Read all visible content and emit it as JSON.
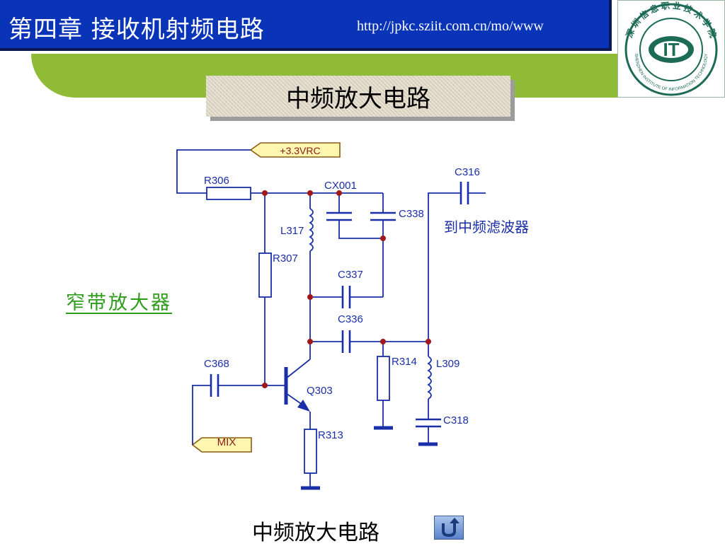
{
  "header": {
    "chapter_title": "第四章  接收机射频电路",
    "url": "http://jpkc.sziit.com.cn/mo/www"
  },
  "logo": {
    "ring_text": "深 圳 信 息 职 业 技 术 学 院",
    "ring_text_en": "SHENZHEN INSTITUTE OF INFORMATION TECHNOLOGY",
    "mark": "IT"
  },
  "slide_title": "中频放大电路",
  "side_label": "窄带放大器",
  "caption": "中频放大电路",
  "circuit": {
    "supply_label": "+3.3VRC",
    "mix_label": "MIX",
    "output_note": "到中频滤波器",
    "components": {
      "r306": "R306",
      "cx001": "CX001",
      "c316": "C316",
      "c338": "C338",
      "l317": "L317",
      "r307": "R307",
      "c337": "C337",
      "c336": "C336",
      "r314": "R314",
      "l309": "L309",
      "c368": "C368",
      "q303": "Q303",
      "c318": "C318",
      "r313": "R313"
    }
  },
  "colors": {
    "header_blue": "#0a34b8",
    "accent_green": "#8fbb36",
    "wire_blue": "#1a2ea8",
    "node_red": "#a01818",
    "label_green": "#2f9c1c"
  },
  "icons": {
    "back_button": "u-turn-arrow-icon"
  }
}
